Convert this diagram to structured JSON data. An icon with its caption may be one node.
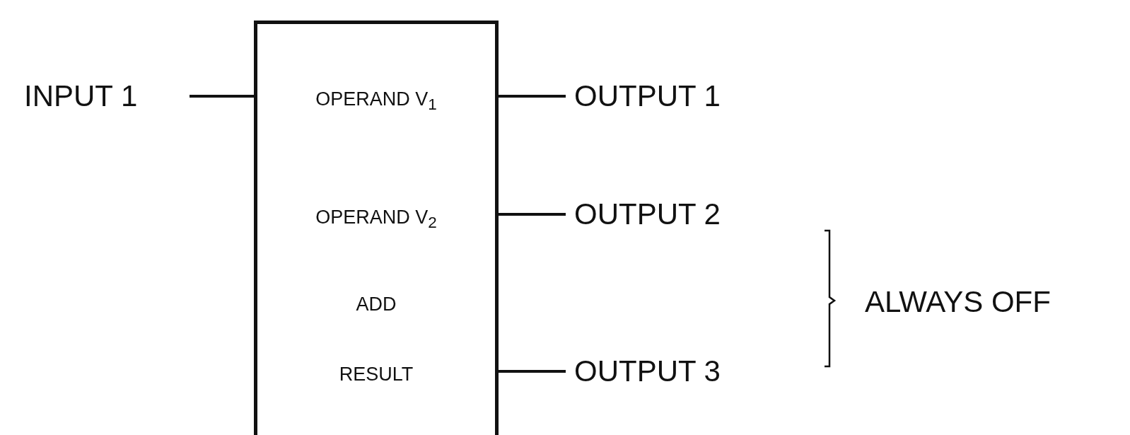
{
  "diagram": {
    "nodes": [
      {
        "text": [
          "OPERAND V$_{1}$",
          "OPERAND V$_{2}$",
          "ADD",
          "RESULT"
        ]
      },
      {
        "text": [
          "INPUT 1"
        ]
      },
      {
        "text": [
          "OUTPUT 1"
        ]
      },
      {
        "text": [
          "OUTPUT 2"
        ]
      },
      {
        "text": [
          "OUTPUT 3"
        ]
      }
    ],
    "edges": [
      {
        "from": 1,
        "to": 0,
        "arrow": "none"
      },
      {
        "from": 0,
        "to": 2,
        "arrow": "none"
      },
      {
        "from": 0,
        "to": 3,
        "arrow": "none"
      },
      {
        "from": 0,
        "to": 4,
        "arrow": "none"
      }
    ],
    "labels": [
      "ALWAYS OFF"
    ]
  }
}
